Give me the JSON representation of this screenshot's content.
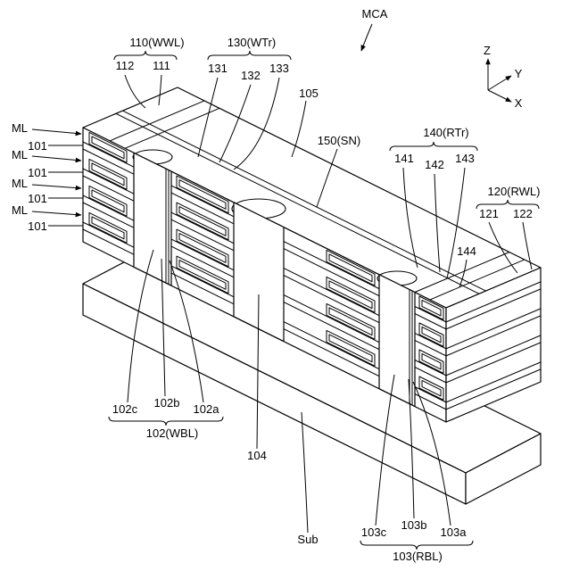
{
  "figure_label": "MCA",
  "axes": {
    "z": "Z",
    "y": "Y",
    "x": "X"
  },
  "wwl": {
    "label": "110(WWL)",
    "parts": [
      "112",
      "111"
    ]
  },
  "wtr": {
    "label": "130(WTr)",
    "parts": [
      "131",
      "132",
      "133"
    ]
  },
  "top": "105",
  "layers": {
    "ml": [
      "ML",
      "ML",
      "ML",
      "ML"
    ],
    "insulators": [
      "101",
      "101",
      "101",
      "101"
    ]
  },
  "sn": "150(SN)",
  "rtr": {
    "label": "140(RTr)",
    "parts": [
      "141",
      "142",
      "143"
    ],
    "extra": "144"
  },
  "rwl": {
    "label": "120(RWL)",
    "parts": [
      "121",
      "122"
    ]
  },
  "wbl": {
    "label": "102(WBL)",
    "parts": [
      "102c",
      "102b",
      "102a"
    ]
  },
  "pillar": "104",
  "substrate": "Sub",
  "rbl": {
    "label": "103(RBL)",
    "parts": [
      "103c",
      "103b",
      "103a"
    ]
  }
}
